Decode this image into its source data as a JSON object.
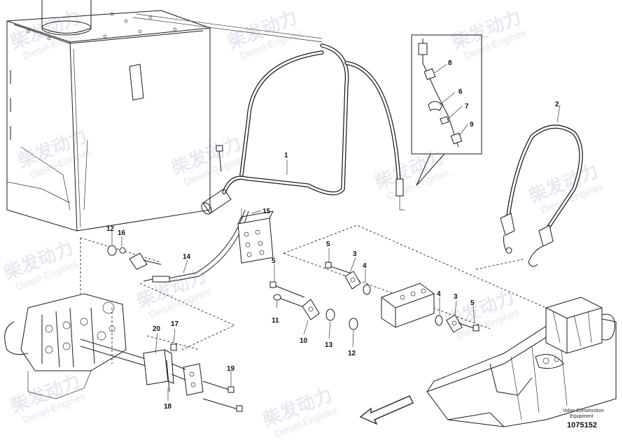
{
  "watermark": {
    "brand_cn": "柴发动力",
    "brand_en": "Diesel-Engines"
  },
  "callouts": [
    "1",
    "2",
    "3",
    "3",
    "4",
    "4",
    "5",
    "5",
    "5",
    "6",
    "7",
    "8",
    "9",
    "10",
    "11",
    "12",
    "12",
    "13",
    "14",
    "15",
    "16",
    "17",
    "18",
    "19",
    "20"
  ],
  "caption": {
    "line1": "Volvo Construction",
    "line2": "Equipment",
    "doc_number": "1075152"
  }
}
